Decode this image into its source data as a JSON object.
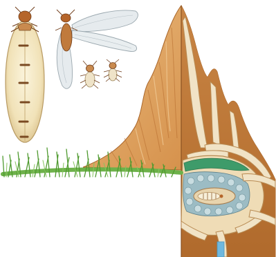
{
  "illustration": {
    "subjects": [
      "termite-queen",
      "winged-termite",
      "worker-termite",
      "soldier-termite",
      "termite-mound",
      "grass"
    ],
    "colors": {
      "background": "#ffffff",
      "queen_body": "#f3e7c4",
      "queen_band": "#7a4a22",
      "termite_head": "#b5652a",
      "wing": "#e6ebee",
      "mound_light": "#e2ab6c",
      "mound_dark": "#b56a2c",
      "interior_wall": "#f1e3c6",
      "grass": "#4f9a2f",
      "fungus_gardens": "#8fb3bd",
      "green_garden": "#3e9b6a",
      "water": "#6fb8de"
    }
  }
}
